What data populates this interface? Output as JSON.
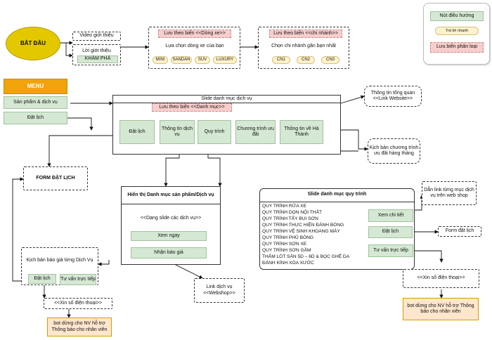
{
  "start": {
    "label": "BẮT ĐẦU",
    "color": "#e3c800"
  },
  "legend": {
    "button": "Nút điều hướng",
    "quick_reply": "Trả lời nhanh",
    "variable": "Lưu biến phân loại"
  },
  "intro": {
    "video": "Video giới thiệu",
    "text": "Lời giới thiệu",
    "explore": "KHÁM PHÁ"
  },
  "car": {
    "var": "Lưu theo biến <<Dòng xe>>",
    "title": "Lựa chọn dòng xe của bạn",
    "options": [
      "MINI",
      "SANDAN",
      "SUV",
      "LUXURY"
    ]
  },
  "branch": {
    "var": "Lưu theo biến <<chi nhánh>>",
    "title": "Chọn chi nhánh gần bạn nhất",
    "options": [
      "CN1",
      "CN2",
      "CN3"
    ]
  },
  "menu": {
    "title": "MENU",
    "items": [
      "Sản phẩm & dịch vụ",
      "Đặt lịch"
    ]
  },
  "slide_services": {
    "title": "Slide danh mục dịch vụ",
    "var": "Lưu theo biến <<Danh mục>>",
    "items": [
      "Đặt lịch",
      "Thông tin dịch vụ",
      "Quy trình",
      "Chương trình ưu đãi",
      "Thông tin về Hà Thành"
    ]
  },
  "overview": "Thông tin tổng quan <<Link Website>>",
  "promo_script": "Kịch bản chương trình ưu đãi hàng tháng",
  "form_booking": "FORM ĐẶT LỊCH",
  "product_list": {
    "title": "Hiển thị Danh mục sản phẩm/Dịch vụ",
    "slide": "<<Dạng slide các dịch vụ>>",
    "view": "Xem ngay",
    "quote": "Nhận báo giá"
  },
  "quote_script": {
    "title": "Kịch bản báo giá từng Dịch Vụ",
    "book": "Đặt lịch",
    "consult": "Tư vấn trực tiếp"
  },
  "phone_left": "<<Xin số điện thoại>>",
  "bot_left": "bot dừng cho NV hỗ trợ Thông báo cho nhân viên",
  "service_link": "Link dịch vụ <<Webshop>>",
  "process": {
    "title": "Slide danh mục quy trình",
    "items": [
      "QUY TRÌNH RỬA XE",
      "QUY TRÌNH DỌN NỘI THẤT",
      "QUY TRÌNH TẨY BỤI SƠN",
      "QUY TRÌNH THỰC HIỆN ĐÁNH BÓNG",
      "QUY TRÌNH VỆ SINH KHOANG MÁY",
      "QUY TRÌNH PHỦ BÓNG",
      "QUY TRÌNH SƠN XE",
      "QUY TRÌNH SƠN GẦM",
      "THẢM LÓT SÀN 5D – 6D & BỌC GHẾ DA",
      "ĐÁNH KÍNH XÓA XƯỚC"
    ],
    "detail": "Xem chi tiết",
    "book": "Đặt lịch",
    "consult": "Tư vấn trực tiếp"
  },
  "webshop_link": "Dẫn link từng mục dịch vụ trên web shop",
  "form_right": "Form đặt lịch",
  "phone_right": "<<Xin số điện thoại>>",
  "bot_right": "bot dừng cho NV hỗ trợ Thông báo cho nhân viên"
}
